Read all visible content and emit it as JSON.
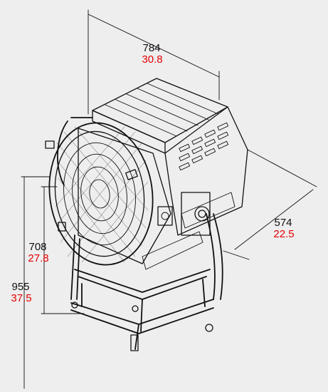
{
  "dimensions": {
    "width": {
      "mm": "784",
      "inch": "30.8"
    },
    "depth": {
      "mm": "574",
      "inch": "22.5"
    },
    "height_head": {
      "mm": "708",
      "inch": "27.8"
    },
    "height_total": {
      "mm": "955",
      "inch": "37.5"
    }
  },
  "colors": {
    "mm_text": "#111111",
    "inch_text": "#e60000",
    "background": "#eeeeee"
  }
}
